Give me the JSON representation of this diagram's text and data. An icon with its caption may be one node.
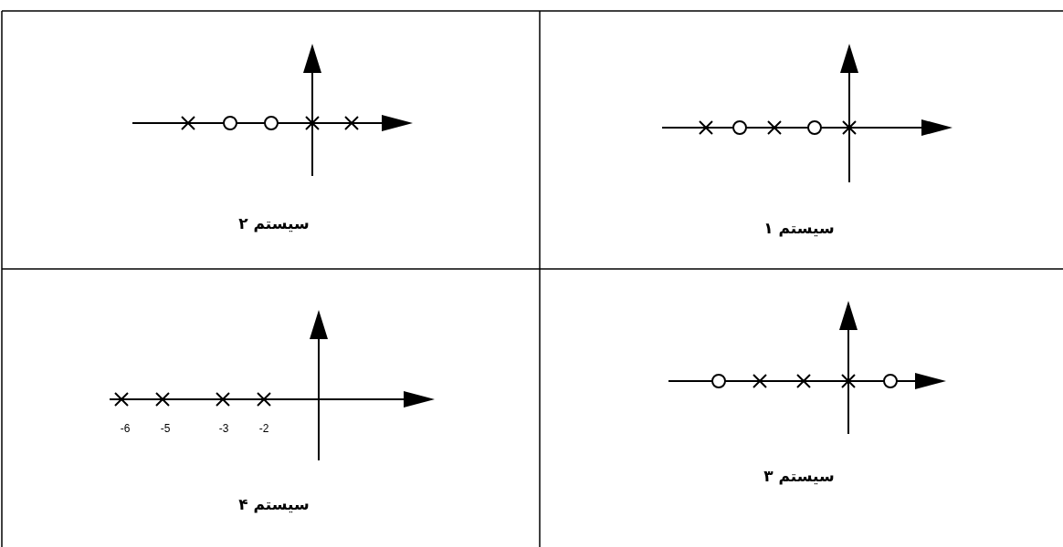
{
  "diagram": {
    "labels": [
      "سیستم ۲",
      "سیستم ۱",
      "-6",
      "-5",
      "-3",
      "-2",
      "سیستم ۳",
      "سیستم ۴"
    ]
  }
}
